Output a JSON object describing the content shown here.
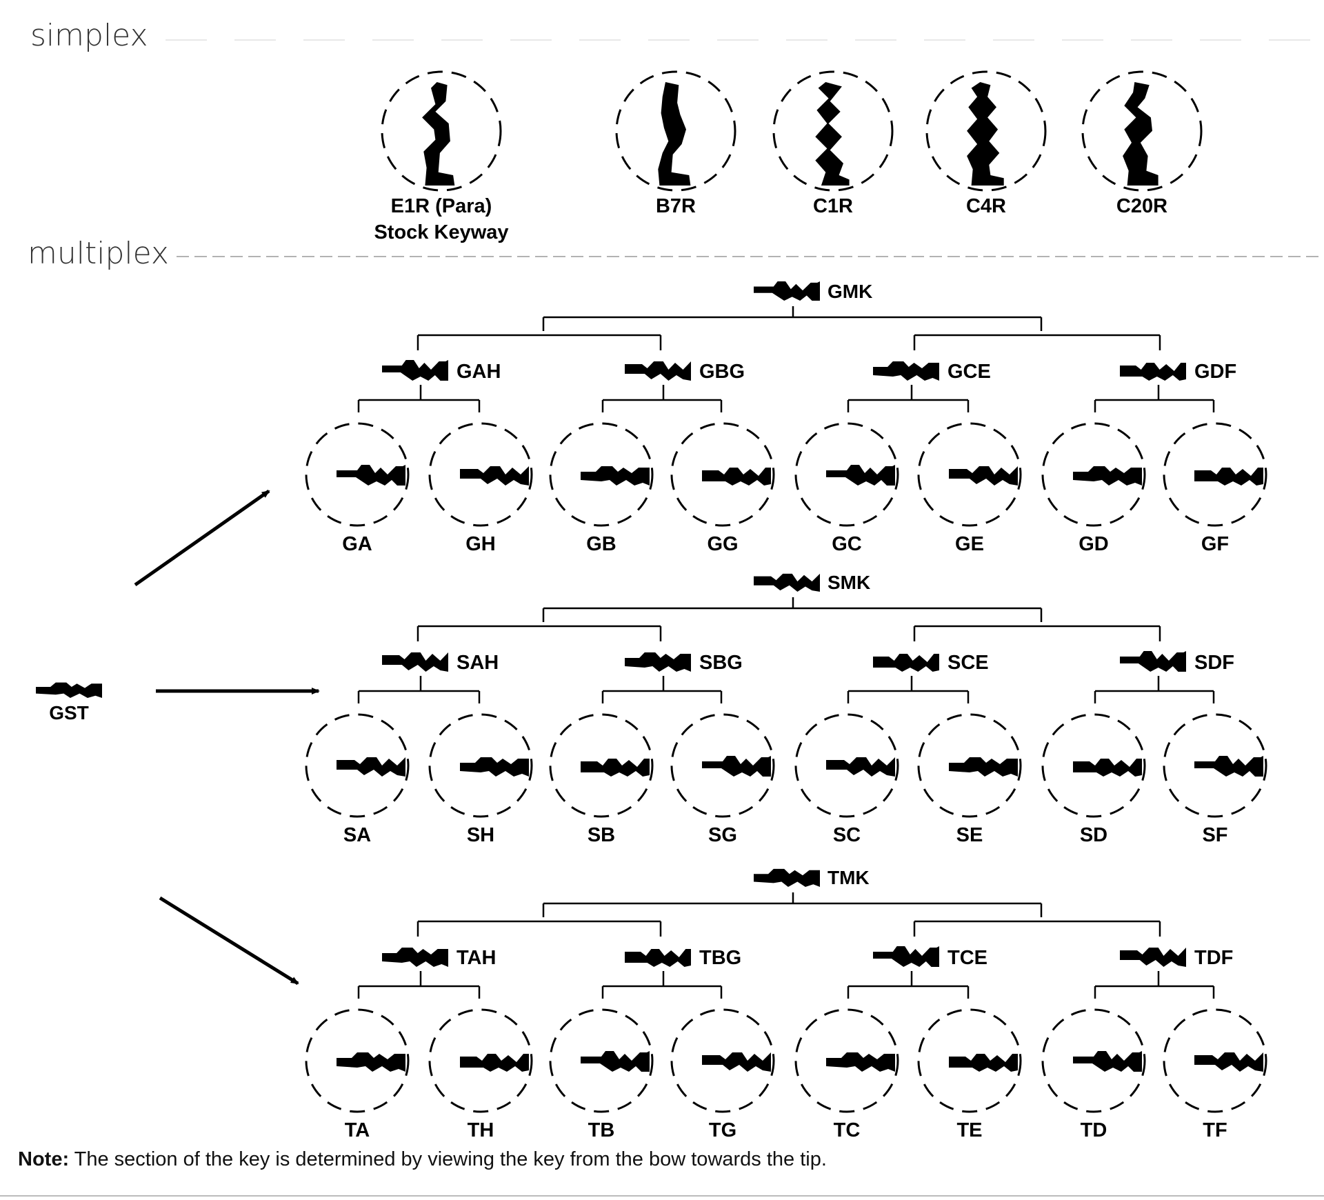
{
  "sections": {
    "simplex": "simplex",
    "multiplex": "multiplex"
  },
  "simplex_keyways": [
    {
      "name": "E1R (Para)",
      "sub": "Stock Keyway"
    },
    {
      "name": "B7R"
    },
    {
      "name": "C1R"
    },
    {
      "name": "C4R"
    },
    {
      "name": "C20R"
    }
  ],
  "source_key": "GST",
  "groups": [
    {
      "master": "GMK",
      "submasters": [
        {
          "name": "GAH",
          "keys": [
            "GA",
            "GH"
          ]
        },
        {
          "name": "GBG",
          "keys": [
            "GB",
            "GG"
          ]
        },
        {
          "name": "GCE",
          "keys": [
            "GC",
            "GE"
          ]
        },
        {
          "name": "GDF",
          "keys": [
            "GD",
            "GF"
          ]
        }
      ]
    },
    {
      "master": "SMK",
      "submasters": [
        {
          "name": "SAH",
          "keys": [
            "SA",
            "SH"
          ]
        },
        {
          "name": "SBG",
          "keys": [
            "SB",
            "SG"
          ]
        },
        {
          "name": "SCE",
          "keys": [
            "SC",
            "SE"
          ]
        },
        {
          "name": "SDF",
          "keys": [
            "SD",
            "SF"
          ]
        }
      ]
    },
    {
      "master": "TMK",
      "submasters": [
        {
          "name": "TAH",
          "keys": [
            "TA",
            "TH"
          ]
        },
        {
          "name": "TBG",
          "keys": [
            "TB",
            "TG"
          ]
        },
        {
          "name": "TCE",
          "keys": [
            "TC",
            "TE"
          ]
        },
        {
          "name": "TDF",
          "keys": [
            "TD",
            "TF"
          ]
        }
      ]
    }
  ],
  "note": {
    "label": "Note:",
    "text": " The section of the key is determined by viewing the key from the bow towards the tip."
  }
}
